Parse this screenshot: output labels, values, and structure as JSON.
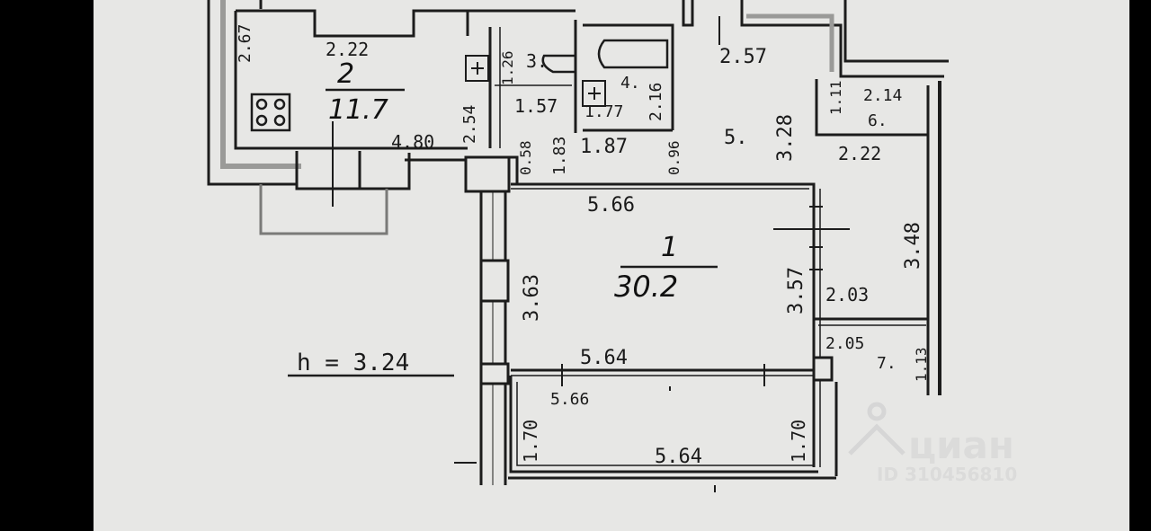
{
  "plan": {
    "height_note": "h = 3.24",
    "rooms": [
      {
        "id": "1",
        "area": "30.2"
      },
      {
        "id": "2",
        "area": "11.7"
      },
      {
        "id": "3",
        "area": ""
      },
      {
        "id": "4",
        "area": ""
      },
      {
        "id": "5",
        "area": ""
      },
      {
        "id": "6",
        "area": ""
      },
      {
        "id": "7",
        "area": ""
      }
    ],
    "room_labels": {
      "r3": "3.",
      "r4": "4.",
      "r5": "5.",
      "r6": "6.",
      "r7": "7."
    },
    "dimensions": {
      "d_222_top": "2.22",
      "d_267": "2.67",
      "d_126": "1.26",
      "d_257": "2.57",
      "d_216": "2.16",
      "d_328": "3.28",
      "d_111": "1.11",
      "d_214": "2.14",
      "d_254": "2.54",
      "d_157": "1.57",
      "d_177": "1.77",
      "d_480": "4.80",
      "d_058": "0.58",
      "d_183": "1.83",
      "d_187": "1.87",
      "d_096": "0.96",
      "d_222_r6": "2.22",
      "d_566_top": "5.66",
      "d_348": "3.48",
      "d_357": "3.57",
      "d_363": "3.63",
      "d_203": "2.03",
      "d_205": "2.05",
      "d_113": "1.13",
      "d_564_mid": "5.64",
      "d_566_mid": "5.66",
      "d_170_l": "1.70",
      "d_170_r": "1.70",
      "d_564_bot": "5.64"
    }
  },
  "watermark": {
    "brand": "циан",
    "id_text": "ID 310456810"
  },
  "colors": {
    "paper": "#e7e7e5",
    "line": "#1c1c1c",
    "wall_fill": "#c9c9c7",
    "bg": "#000000"
  }
}
